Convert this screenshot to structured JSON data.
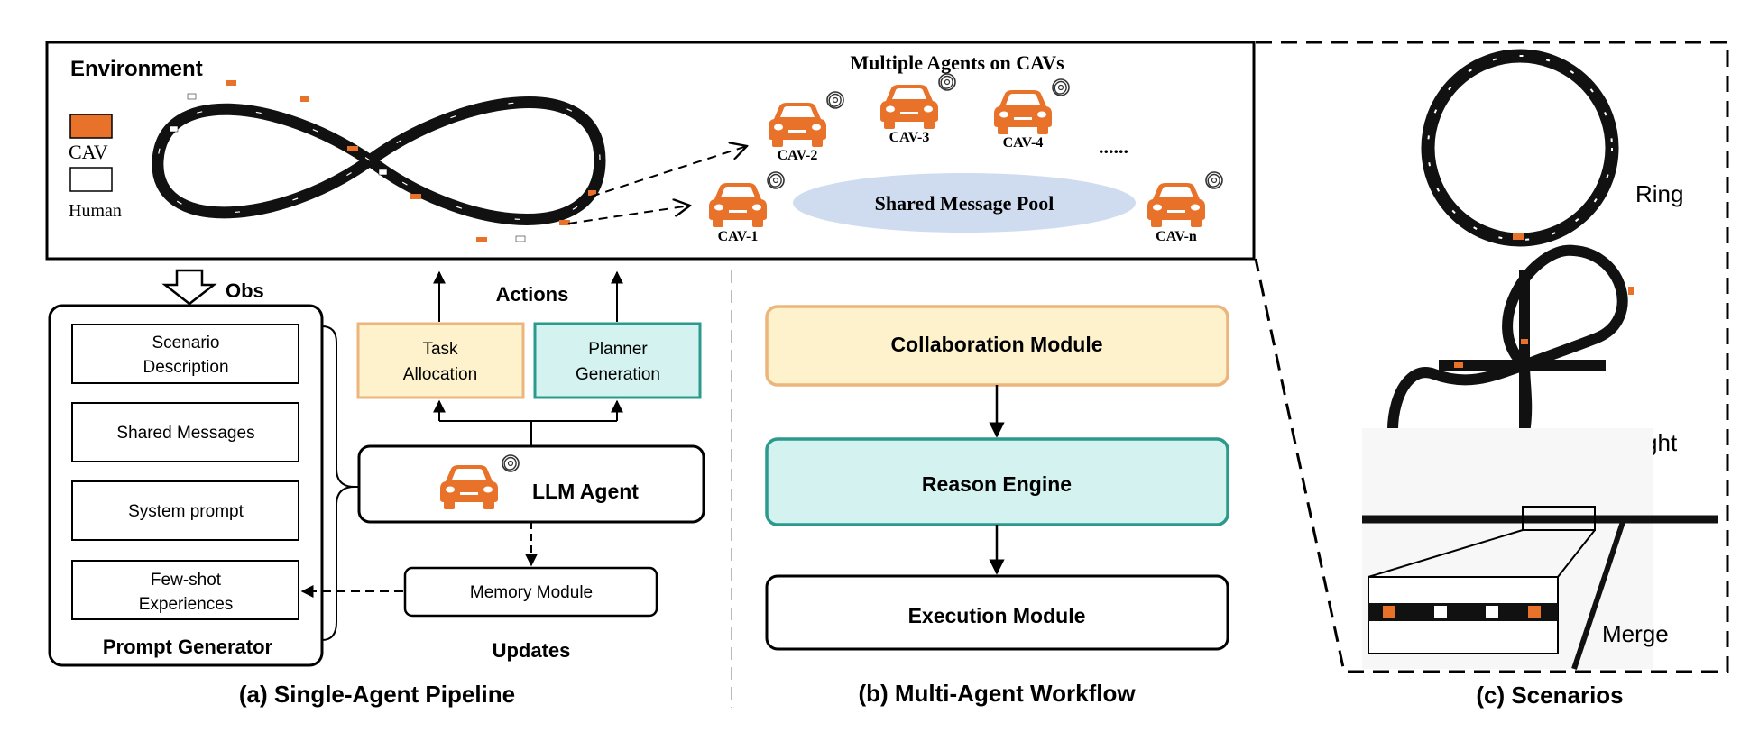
{
  "environment": {
    "title": "Environment",
    "legend": {
      "cav_label": "CAV",
      "human_label": "Human"
    },
    "agents_title": "Multiple Agents on CAVs",
    "cav_labels": [
      "CAV-1",
      "CAV-2",
      "CAV-3",
      "CAV-4",
      "CAV-n"
    ],
    "ellipsis": "......",
    "message_pool": "Shared Message Pool"
  },
  "single_agent": {
    "obs_label": "Obs",
    "actions_label": "Actions",
    "updates_label": "Updates",
    "prompt_items": [
      "Scenario\nDescription",
      "Shared Messages",
      "System prompt",
      "Few-shot\nExperiences"
    ],
    "prompt_generator": "Prompt Generator",
    "task_allocation": "Task\nAllocation",
    "planner_generation": "Planner\nGeneration",
    "llm_agent": "LLM Agent",
    "memory_module": "Memory Module",
    "caption": "(a) Single-Agent Pipeline"
  },
  "multi_agent": {
    "collaboration": "Collaboration Module",
    "reason": "Reason Engine",
    "execution": "Execution Module",
    "caption": "(b) Multi-Agent Workflow"
  },
  "scenarios": {
    "ring": "Ring",
    "figure_eight": "Figure Eight",
    "merge": "Merge",
    "caption": "(c) Scenarios"
  },
  "colors": {
    "cav_orange": "#E8722A",
    "task_fill": "#FDF2CB",
    "task_stroke": "#EBB57C",
    "planner_fill": "#D3F2F0",
    "planner_stroke": "#2B9A8C",
    "pool_fill": "#CFDCF0",
    "divider": "#BBBBBB"
  }
}
